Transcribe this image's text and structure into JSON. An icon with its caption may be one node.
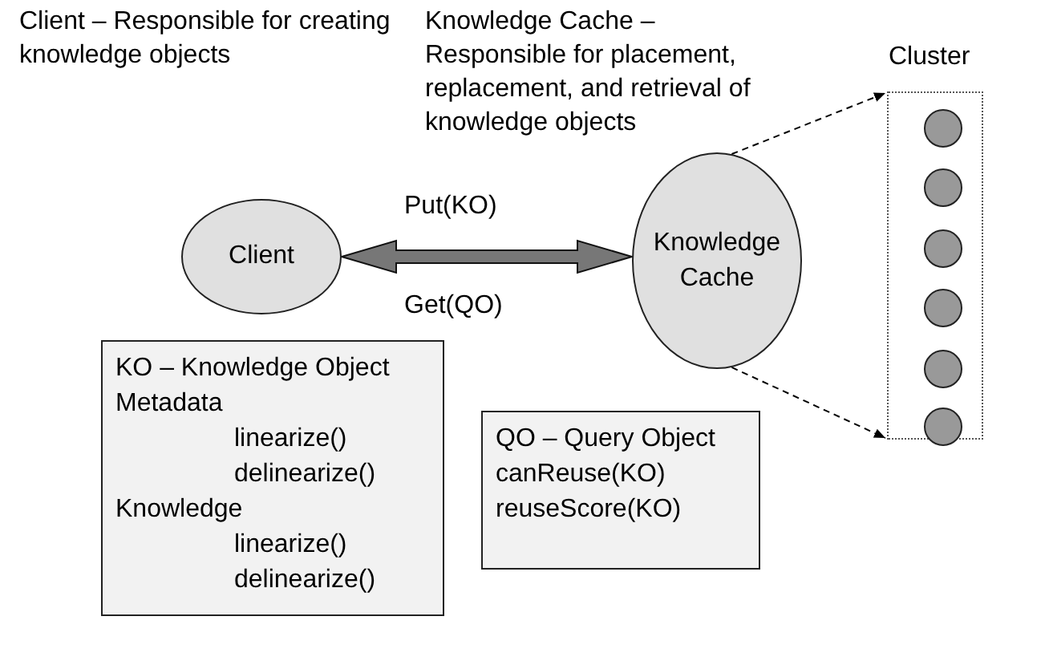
{
  "diagram": {
    "nodes": [
      {
        "text": [
          "Client"
        ]
      },
      {
        "text": [
          "Knowledge Cache"
        ]
      },
      {
        "text": [
          "Cluster"
        ]
      },
      {
        "text": [],
        "shape": "circle",
        "in": 2
      },
      {
        "text": [],
        "shape": "circle",
        "in": 2
      },
      {
        "text": [],
        "shape": "circle",
        "in": 2
      },
      {
        "text": [],
        "shape": "circle",
        "in": 2
      },
      {
        "text": [],
        "shape": "circle",
        "in": 2
      },
      {
        "text": [],
        "shape": "circle",
        "in": 2
      },
      {
        "text": [
          "KO – Knowledge Object",
          "Metadata",
          "linearize()",
          "delinearize()",
          "Knowledge",
          "linearize()",
          "delinearize()"
        ]
      },
      {
        "text": [
          "QO – Query Object",
          "canReuse(KO)",
          "reuseScore(KO)"
        ]
      }
    ],
    "edges": [
      {
        "from": 0,
        "to": 1,
        "arrow": "both",
        "style": "thick",
        "label": "Put(KO)"
      },
      {
        "from": 1,
        "to": 2,
        "arrow": "to",
        "style": "dashed"
      },
      {
        "from": 1,
        "to": 2,
        "arrow": "to",
        "style": "dashed"
      }
    ],
    "labels": [
      "Client – Responsible for creating knowledge objects",
      "Knowledge Cache – Responsible for placement, replacement, and retrieval of knowledge objects",
      "Get(QO)"
    ]
  }
}
